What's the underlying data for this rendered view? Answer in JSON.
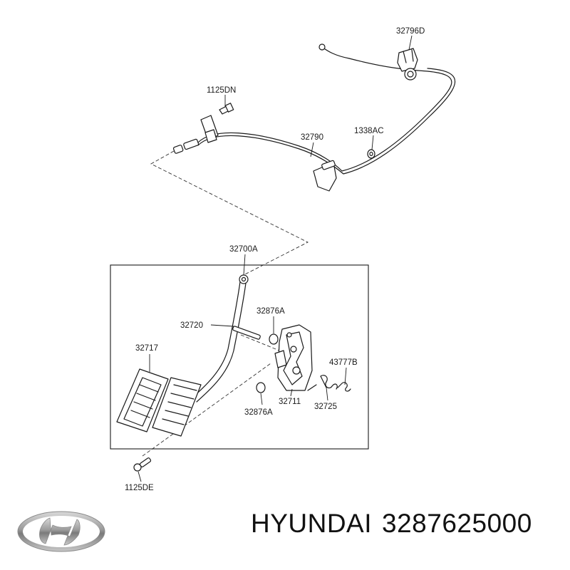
{
  "labels": {
    "p32796D": "32796D",
    "p1125DN": "1125DN",
    "p32790": "32790",
    "p1338AC": "1338AC",
    "p32700A": "32700A",
    "p32720": "32720",
    "p32876A_top": "32876A",
    "p32717": "32717",
    "p43777B": "43777B",
    "p32711": "32711",
    "p32725": "32725",
    "p32876A_bottom": "32876A",
    "p1125DE": "1125DE"
  },
  "footer": {
    "brand": "HYUNDAI",
    "part_number": "3287625000"
  },
  "logo_icon": "hyundai-logo-icon"
}
